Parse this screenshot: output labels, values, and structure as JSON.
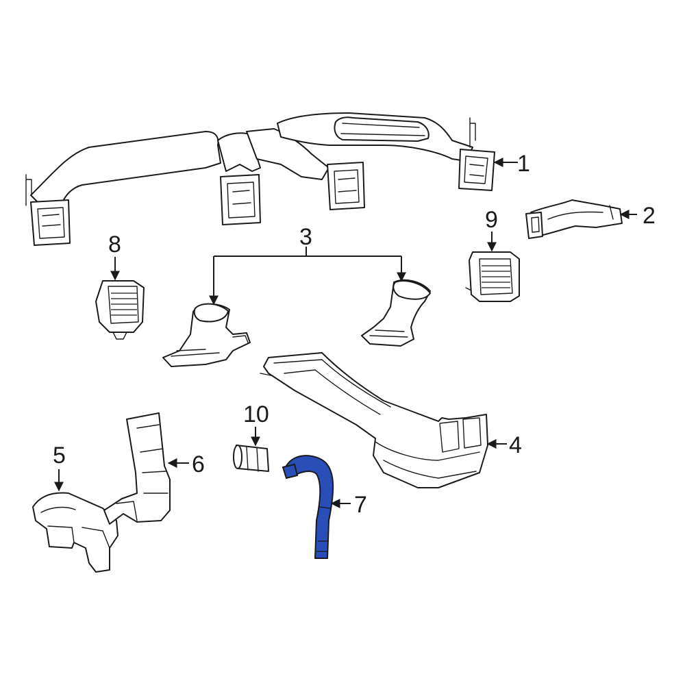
{
  "colors": {
    "outline": "#1a1a1a",
    "background": "#ffffff",
    "highlight": "#2a4eb8"
  },
  "callouts": {
    "c1": "1",
    "c2": "2",
    "c3": "3",
    "c4": "4",
    "c5": "5",
    "c6": "6",
    "c7": "7",
    "c8": "8",
    "c9": "9",
    "c10": "10"
  },
  "highlighted_part": "7"
}
